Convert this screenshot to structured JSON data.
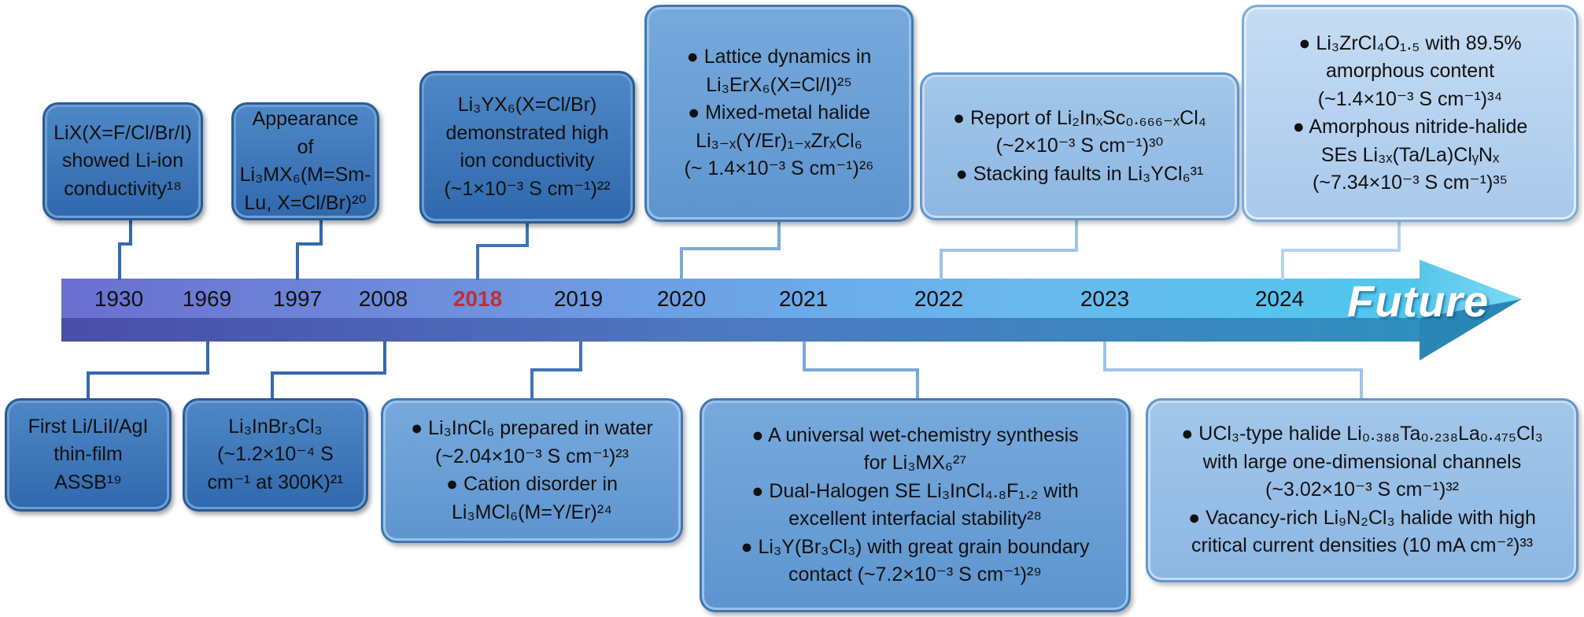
{
  "colors": {
    "dark_blue": "#3068ad",
    "mid_blue": "#5e95cf",
    "light_blue": "#8cb6e2",
    "highlight_year": "#b8323a"
  },
  "future_label": "Future",
  "years": [
    "1930",
    "1969",
    "1997",
    "2008",
    "2018",
    "2019",
    "2020",
    "2021",
    "2022",
    "2023",
    "2024"
  ],
  "highlight_year": "2018",
  "boxes": {
    "y1930": [
      "LiX(X=F/Cl/Br/I)",
      "showed Li-ion",
      "conductivity¹⁸"
    ],
    "y1969": [
      "First Li/LiI/AgI",
      "thin-film",
      "ASSB¹⁹"
    ],
    "y1997": [
      "Appearance of",
      "Li₃MX₆(M=Sm-",
      "Lu, X=Cl/Br)²⁰"
    ],
    "y2008": [
      "Li₃InBr₃Cl₃",
      "(~1.2×10⁻⁴ S",
      "cm⁻¹ at 300K)²¹"
    ],
    "y2018": [
      "Li₃YX₆(X=Cl/Br)",
      "demonstrated high",
      "ion conductivity",
      "(~1×10⁻³ S cm⁻¹)²²"
    ],
    "y2019": [
      "● Li₃InCl₆ prepared in water",
      "(~2.04×10⁻³ S cm⁻¹)²³",
      "● Cation disorder in",
      "Li₃MCl₆(M=Y/Er)²⁴"
    ],
    "y2020": [
      "● Lattice dynamics in",
      "Li₃ErX₆(X=Cl/I)²⁵",
      "● Mixed-metal halide",
      "Li₃₋ₓ(Y/Er)₁₋ₓZrₓCl₆",
      "(~ 1.4×10⁻³ S cm⁻¹)²⁶"
    ],
    "y2021": [
      "● A universal wet-chemistry synthesis",
      "for Li₃MX₆²⁷",
      "● Dual-Halogen SE Li₃InCl₄.₈F₁.₂ with",
      "excellent interfacial stability²⁸",
      "● Li₃Y(Br₃Cl₃) with great grain boundary",
      "contact (~7.2×10⁻³ S cm⁻¹)²⁹"
    ],
    "y2022": [
      "● Report of Li₂InₓSc₀.₆₆₆₋ₓCl₄",
      "(~2×10⁻³ S cm⁻¹)³⁰",
      "● Stacking faults in Li₃YCl₆³¹"
    ],
    "y2023": [
      "● UCl₃-type halide Li₀.₃₈₈Ta₀.₂₃₈La₀.₄₇₅Cl₃",
      "with large one-dimensional channels",
      "(~3.02×10⁻³ S cm⁻¹)³²",
      "● Vacancy-rich Li₉N₂Cl₃ halide with high",
      "critical current densities (10 mA cm⁻²)³³"
    ],
    "y2024": [
      "● Li₃ZrCl₄O₁.₅ with 89.5%",
      "amorphous content",
      "(~1.4×10⁻³ S cm⁻¹)³⁴",
      "● Amorphous nitride-halide",
      "SEs Li₃ₓ(Ta/La)ClᵧNₓ",
      "(~7.34×10⁻³ S cm⁻¹)³⁵"
    ]
  }
}
